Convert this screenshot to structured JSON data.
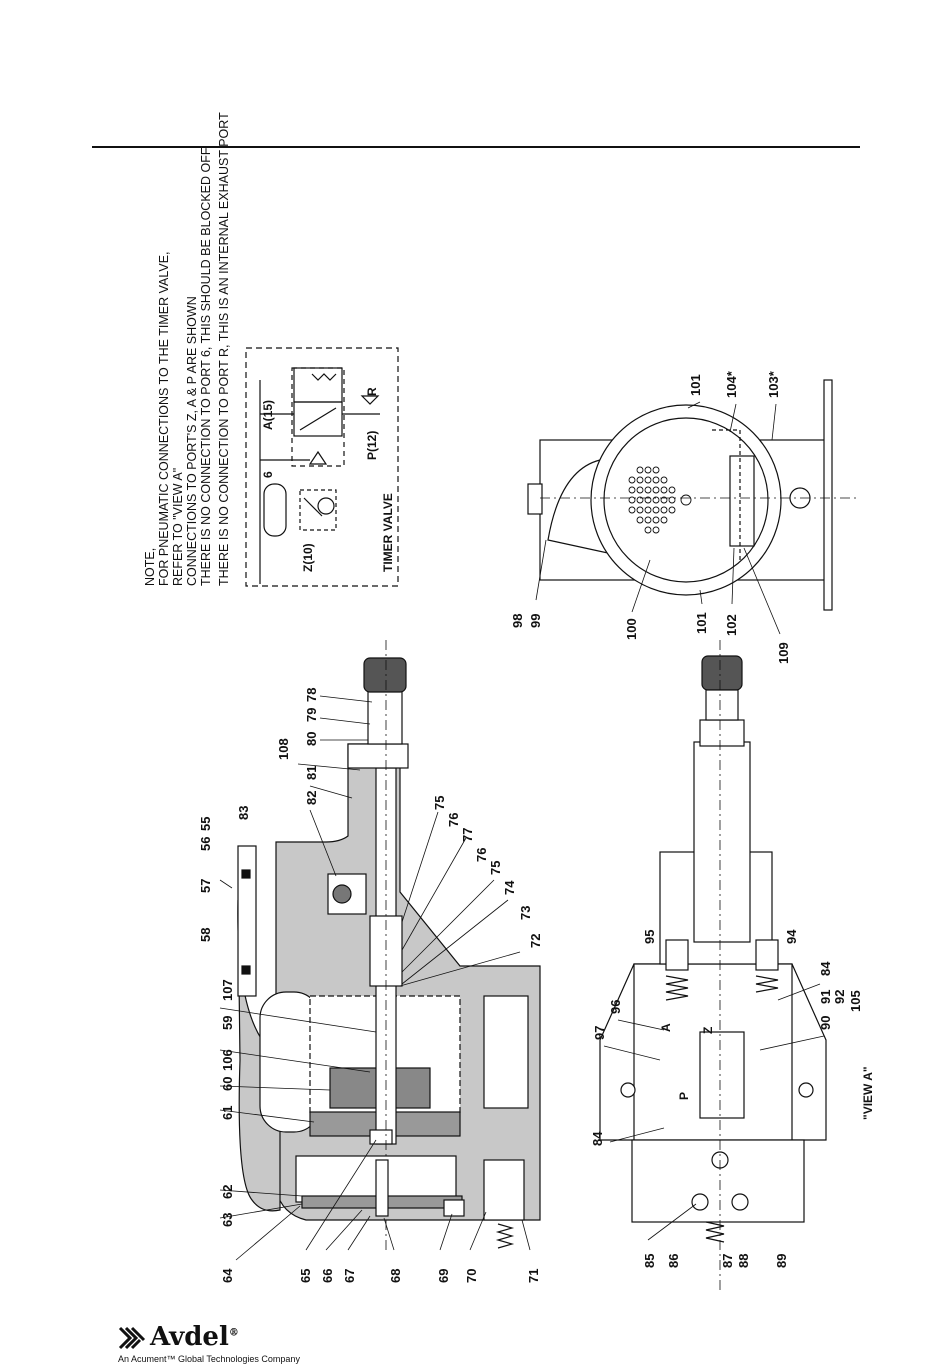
{
  "note": {
    "lines": [
      "NOTE,",
      "FOR PNEUMATIC CONNECTIONS TO THE TIMER VALVE,",
      "REFER TO \"VIEW A\"",
      "CONNECTIONS TO PORT'S Z, A & P ARE SHOWN",
      "THERE IS NO CONNECTION TO PORT 6, THIS SHOULD BE BLOCKED OFF",
      "THERE IS NO CONNECTION TO PORT R, THIS IS AN INTERNAL EXHAUST PORT"
    ]
  },
  "timer_valve": {
    "title": "TIMER VALVE",
    "port_a": "A(15)",
    "port_6": "6",
    "port_z": "Z(10)",
    "port_p": "P(12)",
    "port_r": "R"
  },
  "view_a": {
    "title": "\"VIEW A\"",
    "port_a": "A",
    "port_z": "Z",
    "port_p": "P"
  },
  "callouts": {
    "c55": "55",
    "c56": "56",
    "c57": "57",
    "c58": "58",
    "c59": "59",
    "c60": "60",
    "c61": "61",
    "c62": "62",
    "c63": "63",
    "c64": "64",
    "c65": "65",
    "c66": "66",
    "c67": "67",
    "c68": "68",
    "c69": "69",
    "c70": "70",
    "c71": "71",
    "c72": "72",
    "c73": "73",
    "c74": "74",
    "c75a": "75",
    "c75b": "75",
    "c76a": "76",
    "c76b": "76",
    "c77": "77",
    "c78": "78",
    "c79": "79",
    "c80": "80",
    "c81": "81",
    "c82": "82",
    "c83": "83",
    "c84a": "84",
    "c84b": "84",
    "c85": "85",
    "c86": "86",
    "c87": "87",
    "c88": "88",
    "c89": "89",
    "c90": "90",
    "c91": "91",
    "c92": "92",
    "c94": "94",
    "c95": "95",
    "c96": "96",
    "c97": "97",
    "c98": "98",
    "c99": "99",
    "c100": "100",
    "c101a": "101",
    "c101b": "101",
    "c102": "102",
    "c103": "103*",
    "c104": "104*",
    "c105": "105",
    "c106": "106",
    "c107": "107",
    "c108": "108",
    "c109": "109"
  },
  "brand": {
    "name": "Avdel",
    "reg": "®",
    "tagline": "An Acument™ Global Technologies Company"
  }
}
